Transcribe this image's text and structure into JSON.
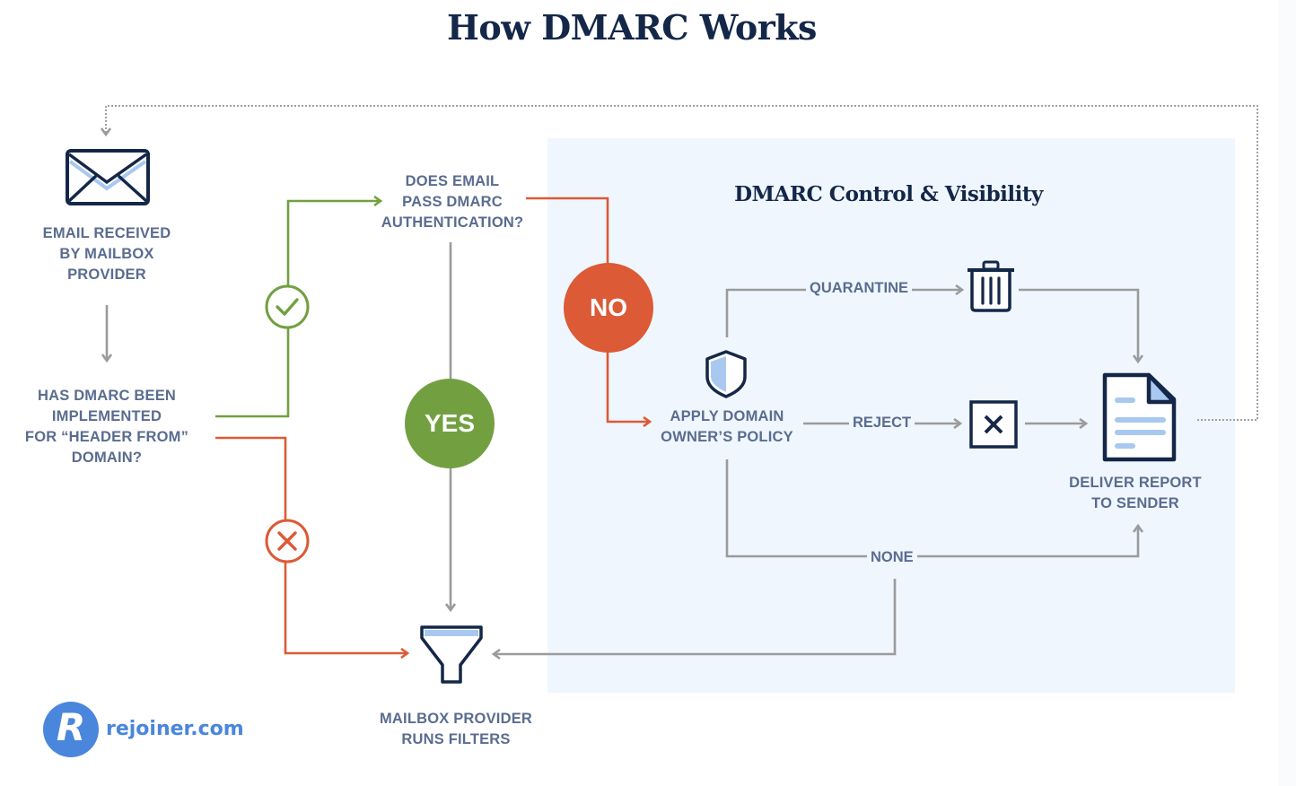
{
  "title": "How DMARC Works",
  "panel": {
    "title": "DMARC Control & Visibility"
  },
  "nodes": {
    "email_received": {
      "lines": [
        "EMAIL RECEIVED",
        "BY MAILBOX",
        "PROVIDER"
      ],
      "icon": "envelope-icon"
    },
    "has_dmarc": {
      "lines": [
        "HAS DMARC BEEN",
        "IMPLEMENTED",
        "FOR “HEADER FROM”",
        "DOMAIN?"
      ]
    },
    "pass_dmarc": {
      "lines": [
        "DOES EMAIL",
        "PASS DMARC",
        "AUTHENTICATION?"
      ]
    },
    "apply_policy": {
      "lines": [
        "APPLY DOMAIN",
        "OWNER’S POLICY"
      ],
      "icon": "shield-icon"
    },
    "deliver_report": {
      "lines": [
        "DELIVER REPORT",
        "TO SENDER"
      ],
      "icon": "document-icon"
    },
    "runs_filters": {
      "lines": [
        "MAILBOX PROVIDER",
        "RUNS FILTERS"
      ],
      "icon": "funnel-icon"
    },
    "quarantine": {
      "icon": "trash-icon"
    },
    "reject": {
      "icon": "x-box-icon"
    }
  },
  "badges": {
    "yes": "YES",
    "no": "NO"
  },
  "edges": {
    "quarantine": "QUARANTINE",
    "reject": "REJECT",
    "none": "NONE"
  },
  "logo": {
    "letter": "R",
    "text": "rejoiner.com"
  },
  "colors": {
    "navy": "#142748",
    "label": "#5a6c8f",
    "green": "#72a040",
    "red": "#dc5a35",
    "gray": "#9b9b9b",
    "panel": "#eff6fe",
    "accent_blue": "#a8c8ef",
    "logo_blue": "#4a86dc"
  }
}
